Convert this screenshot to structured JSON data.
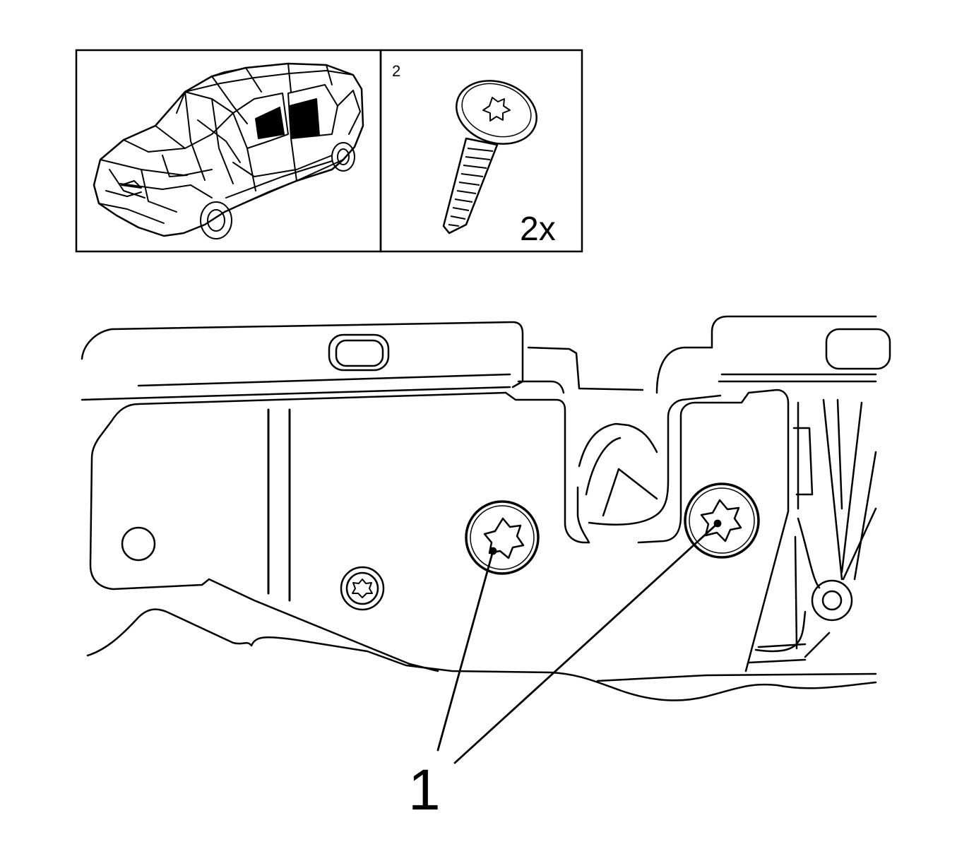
{
  "inset": {
    "panel_number": "2",
    "quantity": "2x"
  },
  "callouts": {
    "fastener_label": "1"
  },
  "colors": {
    "ink": "#000000",
    "paper": "#ffffff"
  },
  "icons": {
    "vehicle": "vehicle-location-icon",
    "screw": "torx-screw-icon"
  }
}
